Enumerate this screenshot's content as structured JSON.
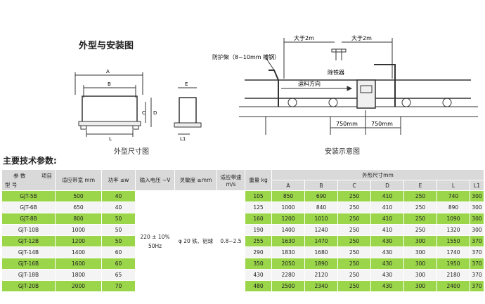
{
  "heading": "外型与安装图",
  "caption_left": "外型尺寸图",
  "caption_right": "安装示意图",
  "section_title": "主要技术参数:",
  "diagram": {
    "dim_A": "A",
    "dim_B": "B",
    "dim_L": "L",
    "dim_C": "C",
    "dim_D": "D",
    "dim_E": "E",
    "dim_L1": "L1",
    "dist1": "大于2m",
    "dist2": "大于2m",
    "guard_label": "防护架（8~10mm 槽钢）",
    "remover_label": "除铁器",
    "direction_label": "运料方向",
    "dist3": "750mm",
    "dist4": "750mm"
  },
  "table": {
    "header_param": "参  数",
    "header_item": "项目",
    "header_model": "型 号",
    "col_belt": "适应带宽 mm",
    "col_power": "功率 ≤w",
    "col_voltage": "输入电压 ~V",
    "col_sens": "灵敏度 ≥mm",
    "col_speed": "适应带速 m/s",
    "col_weight": "重量 kg",
    "col_dims": "外形尺寸mm",
    "dim_cols": [
      "A",
      "B",
      "C",
      "D",
      "E",
      "L",
      "L1"
    ],
    "voltage_val": "220 ± 10% 50Hz",
    "sens_val": "φ 20 铁、铝球",
    "speed_val": "0.8~2.5",
    "rows": [
      {
        "model": "GJT-5B",
        "belt": "500",
        "power": "40",
        "weight": "105",
        "A": "850",
        "B": "690",
        "C": "250",
        "D": "410",
        "E": "250",
        "L": "740",
        "L1": "300"
      },
      {
        "model": "GJT-6B",
        "belt": "650",
        "power": "40",
        "weight": "125",
        "A": "1000",
        "B": "840",
        "C": "250",
        "D": "410",
        "E": "250",
        "L": "890",
        "L1": "300"
      },
      {
        "model": "GJT-8B",
        "belt": "800",
        "power": "50",
        "weight": "160",
        "A": "1200",
        "B": "1010",
        "C": "250",
        "D": "410",
        "E": "250",
        "L": "1090",
        "L1": "300"
      },
      {
        "model": "GJT-10B",
        "belt": "1000",
        "power": "50",
        "weight": "190",
        "A": "1400",
        "B": "1240",
        "C": "250",
        "D": "410",
        "E": "250",
        "L": "1320",
        "L1": "300"
      },
      {
        "model": "GJT-12B",
        "belt": "1200",
        "power": "50",
        "weight": "255",
        "A": "1630",
        "B": "1470",
        "C": "250",
        "D": "430",
        "E": "300",
        "L": "1550",
        "L1": "370"
      },
      {
        "model": "GJT-14B",
        "belt": "1400",
        "power": "60",
        "weight": "290",
        "A": "1830",
        "B": "1680",
        "C": "250",
        "D": "430",
        "E": "300",
        "L": "1740",
        "L1": "370"
      },
      {
        "model": "GJT-16B",
        "belt": "1600",
        "power": "60",
        "weight": "350",
        "A": "2050",
        "B": "1890",
        "C": "250",
        "D": "430",
        "E": "300",
        "L": "1950",
        "L1": "370"
      },
      {
        "model": "GJT-18B",
        "belt": "1800",
        "power": "65",
        "weight": "430",
        "A": "2280",
        "B": "2120",
        "C": "250",
        "D": "430",
        "E": "300",
        "L": "2180",
        "L1": "370"
      },
      {
        "model": "GJT-20B",
        "belt": "2000",
        "power": "70",
        "weight": "480",
        "A": "2500",
        "B": "2340",
        "C": "250",
        "D": "430",
        "E": "300",
        "L": "2400",
        "L1": "370"
      }
    ]
  }
}
